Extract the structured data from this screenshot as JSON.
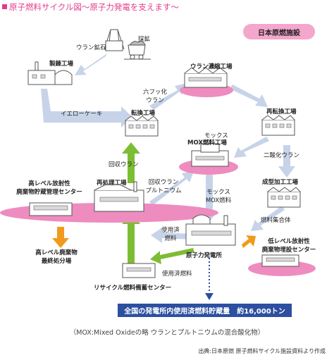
{
  "title": "原子燃料サイクル図〜原子力発電を支えます〜",
  "badge": "日本原燃施設",
  "facilities": {
    "mining": "採鉱",
    "refining": "製錬工場",
    "conversion": "転換工場",
    "enrichment": "ウラン濃縮工場",
    "reconversion": "再転換工場",
    "mox_kana": "モックス",
    "mox": "MOX燃料工場",
    "fabrication": "成型加工工場",
    "power_plant": "原子力発電所",
    "reprocessing": "再処理工場",
    "hlw_storage_1": "高レベル放射性",
    "hlw_storage_2": "廃棄物貯蔵管理センター",
    "hlw_disposal_1": "高レベル廃棄物",
    "hlw_disposal_2": "最終処分場",
    "llw_1": "低レベル放射性",
    "llw_2": "廃棄物埋設センター",
    "recycle_storage": "リサイクル燃料備蓄センター"
  },
  "flows": {
    "uranium_ore": "ウラン鉱石",
    "yellowcake": "イエローケーキ",
    "uf6_1": "六フッ化",
    "uf6_2": "ウラン",
    "uo2": "二酸化ウラン",
    "fuel_assembly": "燃料集合体",
    "recovered_uranium": "回収ウラン",
    "recovered_upu_1": "回収ウラン",
    "recovered_upu_2": "プルトニウム",
    "mox_fuel_kana": "モックス",
    "mox_fuel": "MOX燃料",
    "spent_fuel_1a": "使用済",
    "spent_fuel_1b": "燃料",
    "spent_fuel_2": "使用済燃料"
  },
  "banner": "全国の発電所内使用済燃料貯蔵量　約16,000トン",
  "note": "（MOX:Mixed Oxideの略 ウランとプルトニウムの混合酸化物）",
  "source": "出典:日本原燃 原子燃料サイクル施設資料より作成",
  "colors": {
    "title": "#e23c8c",
    "badge": "#f4a6cc",
    "platform_pink": "#ee8cc0",
    "arrow_blue": "#c6d3e9",
    "arrow_green": "#7dbd34",
    "arrow_orange": "#f19a1c",
    "arrow_navy": "#2c4fa0",
    "banner": "#2c4fa0"
  },
  "icons": [
    "factory-icon",
    "mine-cart-icon",
    "power-plant-icon"
  ]
}
